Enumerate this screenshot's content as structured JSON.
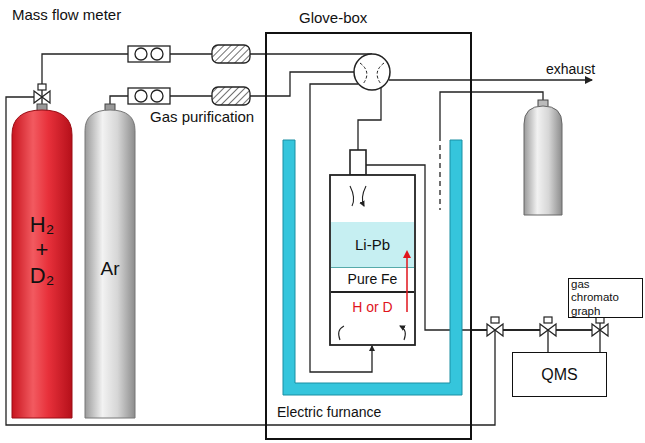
{
  "diagram": {
    "nodes": [
      {
        "text": [
          "H₂ + D₂"
        ]
      },
      {
        "text": [
          "Ar"
        ]
      },
      {
        "text": [
          "Glove-box"
        ]
      },
      {
        "text": [
          "Electric furnance"
        ],
        "in": 2
      },
      {
        "text": [
          "Li-Pb"
        ],
        "in": 3
      },
      {
        "text": [
          "Pure Fe",
          "H or D"
        ],
        "in": 3
      },
      {
        "text": [
          "QMS"
        ]
      },
      {
        "text": [
          "gas chromato graph"
        ]
      }
    ],
    "edges": [
      {
        "from": 0,
        "to": 2,
        "arrow": "none"
      },
      {
        "from": 1,
        "to": 2,
        "arrow": "none"
      },
      {
        "from": 2,
        "to": 6,
        "arrow": "none"
      },
      {
        "from": 2,
        "to": 7,
        "arrow": "none"
      }
    ],
    "labels": [
      "Mass flow meter",
      "Gas purification",
      "exhaust"
    ]
  }
}
